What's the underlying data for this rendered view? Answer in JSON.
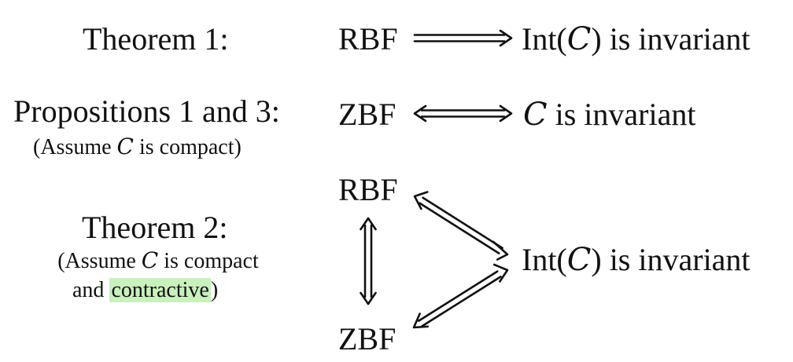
{
  "theorem1": {
    "label": "Theorem 1:",
    "left": "RBF",
    "right_prefix": "Int(",
    "right_symbol": "C",
    "right_suffix": ") is invariant"
  },
  "propositions": {
    "label": "Propositions 1 and 3:",
    "note_prefix": "(Assume ",
    "note_symbol": "C",
    "note_suffix": " is compact)",
    "left": "ZBF",
    "right_symbol": "C",
    "right_suffix": " is invariant"
  },
  "theorem2": {
    "label": "Theorem 2:",
    "note_line1_prefix": "(Assume ",
    "note_line1_symbol": "C",
    "note_line1_suffix": " is compact",
    "note_line2_prefix": "and ",
    "note_line2_highlight": "contractive",
    "note_line2_suffix": ")",
    "top": "RBF",
    "bottom": "ZBF",
    "right_prefix": "Int(",
    "right_symbol": "C",
    "right_suffix": ") is invariant"
  },
  "colors": {
    "highlight": "#c9f0bd",
    "text": "#111111"
  }
}
